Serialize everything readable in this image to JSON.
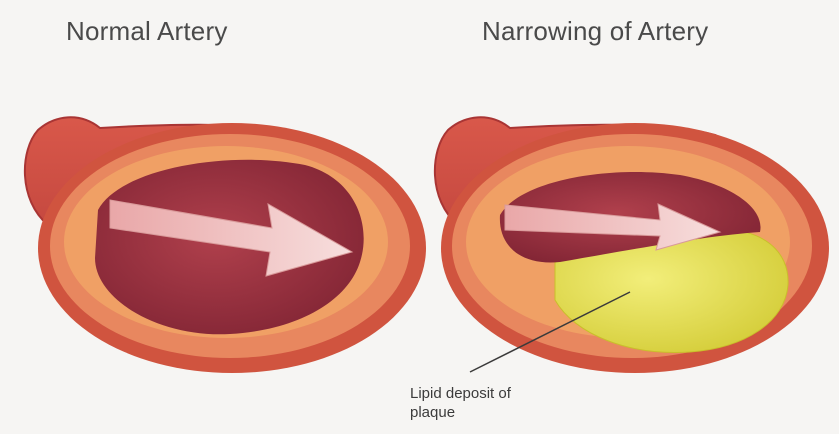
{
  "panels": {
    "left": {
      "title": "Normal Artery"
    },
    "right": {
      "title": "Narrowing of Artery"
    }
  },
  "annotation": {
    "line1": "Lipid deposit of",
    "line2": "plaque"
  },
  "colors": {
    "background": "#f6f5f3",
    "artery_outer": "#c9473f",
    "artery_wall": "#e5825e",
    "lumen": "#8f2b3a",
    "arrow": "#f2c8c6",
    "plaque": "#e6e04a"
  }
}
